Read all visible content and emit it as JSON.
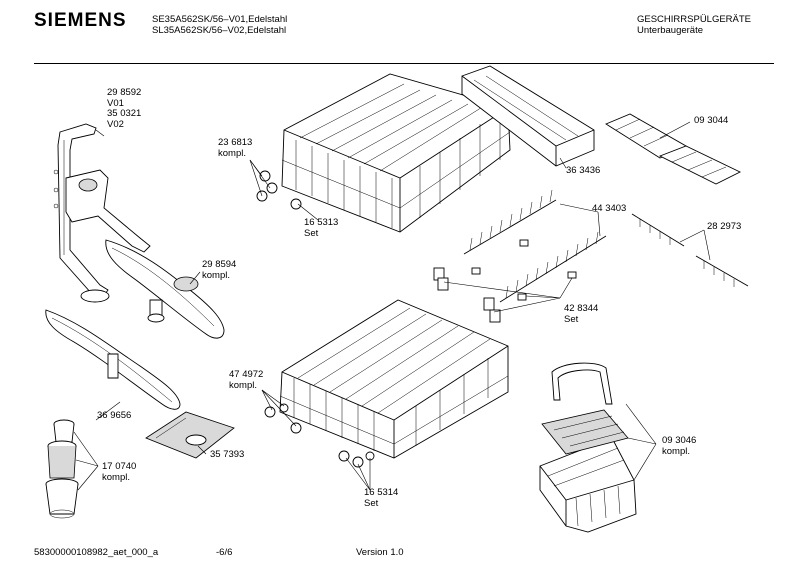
{
  "header": {
    "brand": "SIEMENS",
    "model_line1": "SE35A562SK/56–V01,Edelstahl",
    "model_line2": "SL35A562SK/56–V02,Edelstahl",
    "category_line1": "GESCHIRRSPÜLGERÄTE",
    "category_line2": "Unterbaugeräte"
  },
  "parts": {
    "p298592": {
      "l1": "29 8592",
      "l2": "V01",
      "l3": "35 0321",
      "l4": "V02"
    },
    "p236813": {
      "l1": "23 6813",
      "l2": "kompl."
    },
    "p165313": {
      "l1": "16 5313",
      "l2": "Set"
    },
    "p363436": {
      "l1": "36 3436"
    },
    "p093044": {
      "l1": "09 3044"
    },
    "p443403": {
      "l1": "44 3403"
    },
    "p282973": {
      "l1": "28 2973"
    },
    "p298594": {
      "l1": "29 8594",
      "l2": "kompl."
    },
    "p428344": {
      "l1": "42 8344",
      "l2": "Set"
    },
    "p369656": {
      "l1": "36 9656"
    },
    "p474972": {
      "l1": "47 4972",
      "l2": "kompl."
    },
    "p357393": {
      "l1": "35 7393"
    },
    "p170740": {
      "l1": "17 0740",
      "l2": "kompl."
    },
    "p165314": {
      "l1": "16 5314",
      "l2": "Set"
    },
    "p093046": {
      "l1": "09 3046",
      "l2": "kompl."
    }
  },
  "footer": {
    "doc_id": "58300000108982_aet_000_a",
    "page": "-6/6",
    "version": "Version 1.0"
  }
}
